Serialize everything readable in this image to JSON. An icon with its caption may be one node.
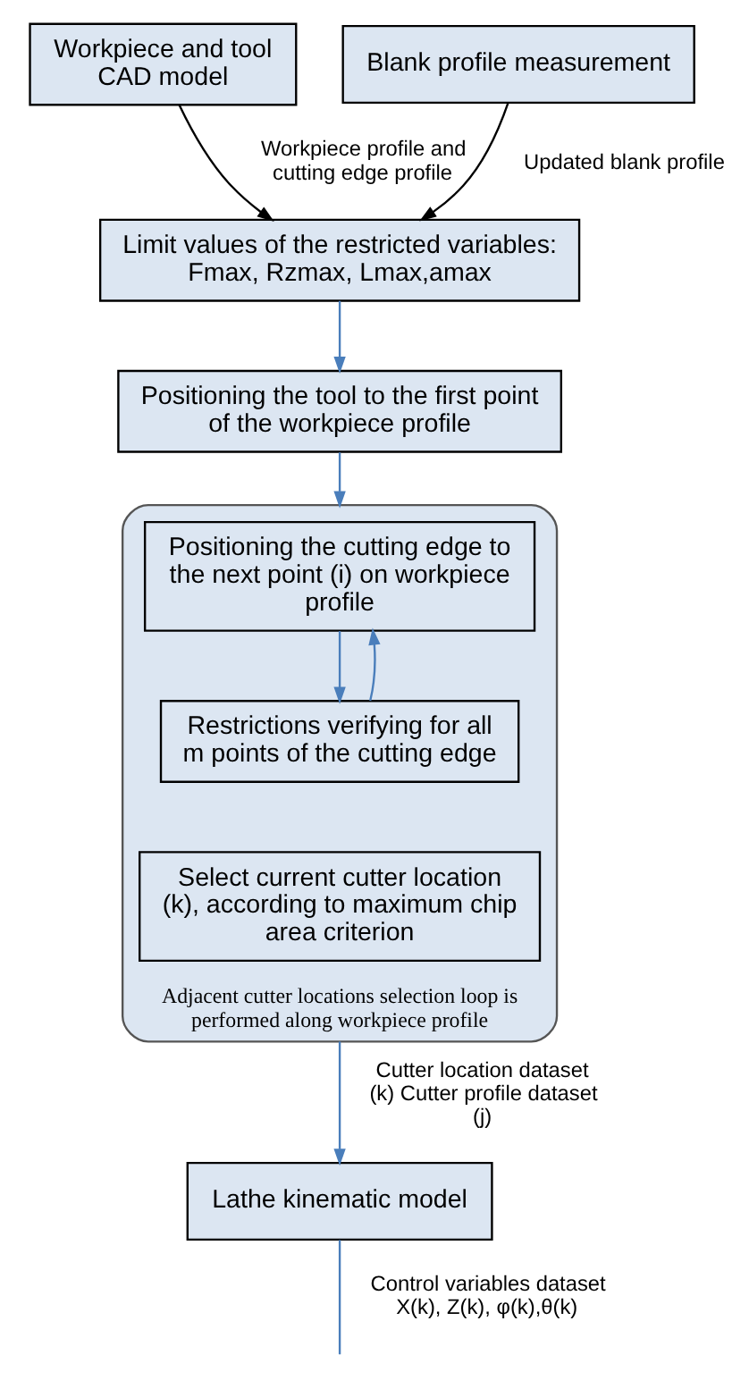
{
  "diagram": {
    "nodes": [
      {
        "text": [
          "Workpiece and tool CAD model"
        ]
      },
      {
        "text": [
          "Blank profile measurement"
        ]
      },
      {
        "text": [
          "Limit values of the restricted variables:",
          "Fmax, Rzmax, Lmax,amax"
        ]
      },
      {
        "text": [
          "Positioning the tool to the first point of the workpiece profile"
        ]
      },
      {
        "text": [
          "Adjacent cutter locations selection loop is performed along workpiece profile"
        ]
      },
      {
        "text": [
          "Positioning the cutting edge to the next point (i) on workpiece profile"
        ],
        "in": 4
      },
      {
        "text": [
          "Restrictions verifying for all m points of the cutting edge"
        ],
        "in": 4
      },
      {
        "text": [
          "Select current cutter location (k), according to maximum chip area criterion"
        ],
        "in": 4
      },
      {
        "text": [
          "Lathe kinematic model"
        ]
      }
    ],
    "edges": [
      {
        "from": 0,
        "to": 2,
        "arrow": "to",
        "label": "Workpiece profile and cutting edge profile",
        "color": "#000000"
      },
      {
        "from": 1,
        "to": 2,
        "arrow": "to",
        "label": "Updated blank profile",
        "color": "#000000"
      },
      {
        "from": 2,
        "to": 3,
        "arrow": "to"
      },
      {
        "from": 3,
        "to": 4,
        "arrow": "to"
      },
      {
        "from": 5,
        "to": 6,
        "arrow": "to"
      },
      {
        "from": 6,
        "to": 5,
        "arrow": "to"
      },
      {
        "from": 4,
        "to": 8,
        "arrow": "to",
        "label": "Cutter location dataset (k) Cutter profile dataset (j)"
      },
      {
        "from": 8,
        "to": null,
        "arrow": "none",
        "label": "Control variables dataset X(k), Z(k), φ(k),θ(k)"
      }
    ]
  }
}
